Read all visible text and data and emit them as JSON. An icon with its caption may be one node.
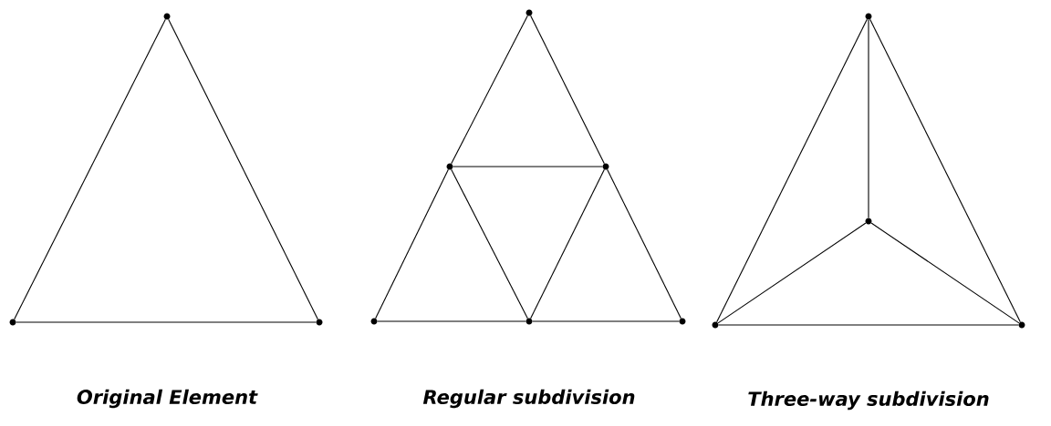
{
  "diagram": {
    "nodes": [
      {
        "text": [],
        "shape": "circle"
      },
      {
        "text": [],
        "shape": "circle"
      },
      {
        "text": [],
        "shape": "circle"
      },
      {
        "text": [],
        "shape": "circle"
      },
      {
        "text": [],
        "shape": "circle"
      },
      {
        "text": [],
        "shape": "circle"
      },
      {
        "text": [],
        "shape": "circle"
      },
      {
        "text": [],
        "shape": "circle"
      },
      {
        "text": [],
        "shape": "circle"
      },
      {
        "text": [],
        "shape": "circle"
      },
      {
        "text": [],
        "shape": "circle"
      },
      {
        "text": [],
        "shape": "circle"
      },
      {
        "text": [],
        "shape": "circle"
      }
    ],
    "edges": [
      {
        "from": 0,
        "to": 1,
        "arrow": "none"
      },
      {
        "from": 0,
        "to": 2,
        "arrow": "none"
      },
      {
        "from": 1,
        "to": 2,
        "arrow": "none"
      },
      {
        "from": 3,
        "to": 4,
        "arrow": "none"
      },
      {
        "from": 3,
        "to": 5,
        "arrow": "none"
      },
      {
        "from": 4,
        "to": 5,
        "arrow": "none"
      },
      {
        "from": 4,
        "to": 6,
        "arrow": "none"
      },
      {
        "from": 4,
        "to": 7,
        "arrow": "none"
      },
      {
        "from": 5,
        "to": 7,
        "arrow": "none"
      },
      {
        "from": 5,
        "to": 8,
        "arrow": "none"
      },
      {
        "from": 6,
        "to": 7,
        "arrow": "none"
      },
      {
        "from": 7,
        "to": 8,
        "arrow": "none"
      },
      {
        "from": 9,
        "to": 10,
        "arrow": "none"
      },
      {
        "from": 9,
        "to": 11,
        "arrow": "none"
      },
      {
        "from": 9,
        "to": 12,
        "arrow": "none"
      },
      {
        "from": 10,
        "to": 11,
        "arrow": "none"
      },
      {
        "from": 10,
        "to": 12,
        "arrow": "none"
      },
      {
        "from": 11,
        "to": 12,
        "arrow": "none"
      }
    ],
    "labels": [
      "Original Element",
      "Regular subdivision",
      "Three-way subdivision"
    ]
  }
}
